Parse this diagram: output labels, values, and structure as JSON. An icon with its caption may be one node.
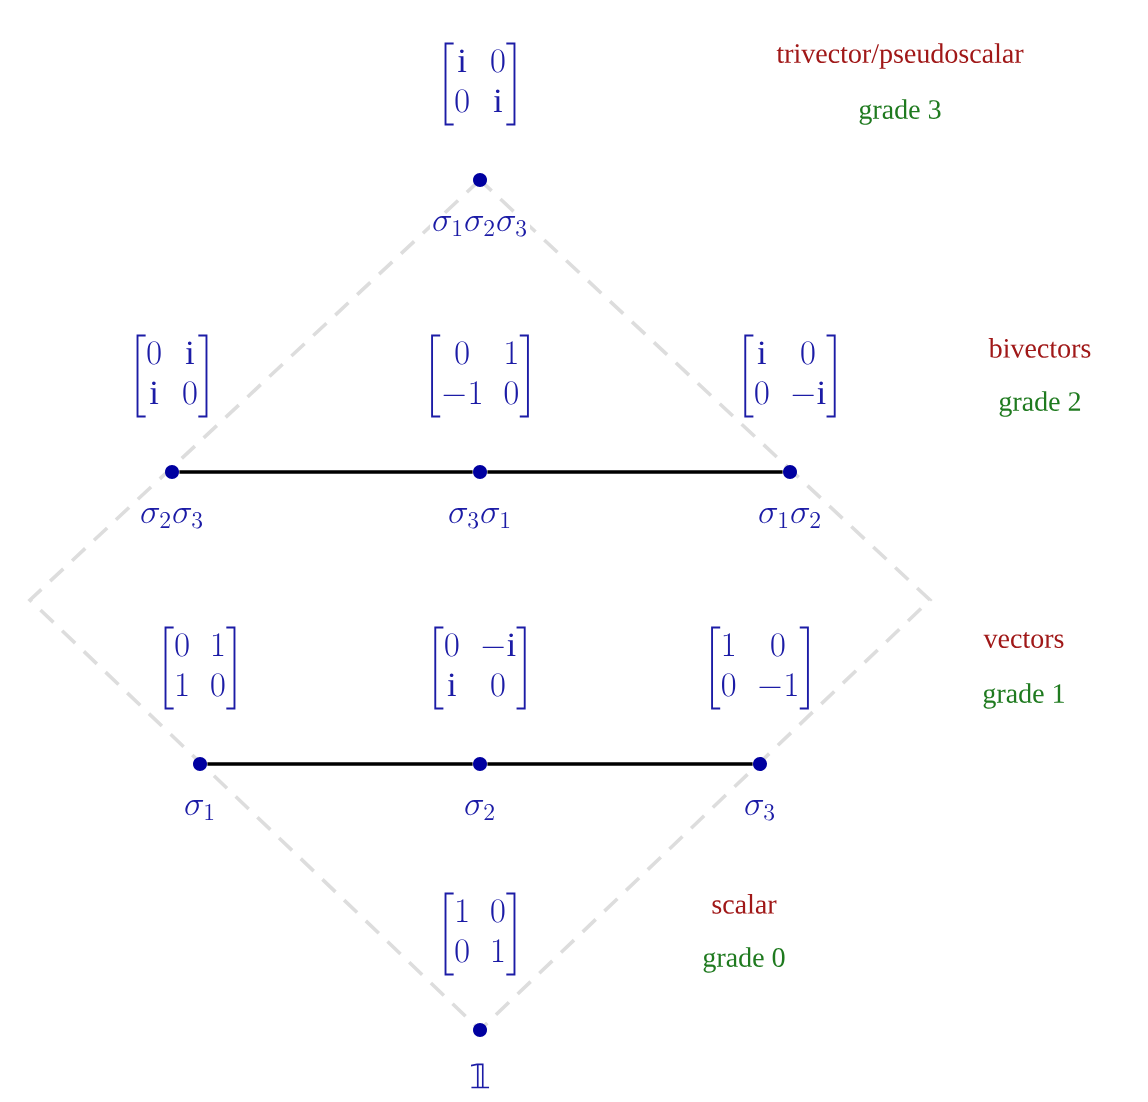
{
  "diagram": {
    "nodes": [
      {
        "text": [
          "\\begin{bmatrix}\\mathrm{i} & 0\\\\ 0 & \\mathrm{i}\\end{bmatrix}",
          "\\sigma_1\\sigma_2\\sigma_3"
        ]
      },
      {
        "text": [
          "\\begin{bmatrix}0 & \\mathrm{i}\\\\ \\mathrm{i} & 0\\end{bmatrix}",
          "\\sigma_2\\sigma_3"
        ]
      },
      {
        "text": [
          "\\begin{bmatrix}0 & 1\\\\ -1 & 0\\end{bmatrix}",
          "\\sigma_3\\sigma_1"
        ]
      },
      {
        "text": [
          "\\begin{bmatrix}\\mathrm{i} & 0\\\\ 0 & -\\mathrm{i}\\end{bmatrix}",
          "\\sigma_1\\sigma_2"
        ]
      },
      {
        "text": [
          "\\begin{bmatrix}0 & 1\\\\ 1 & 0\\end{bmatrix}",
          "\\sigma_1"
        ]
      },
      {
        "text": [
          "\\begin{bmatrix}0 & -\\mathrm{i}\\\\ \\mathrm{i} & 0\\end{bmatrix}",
          "\\sigma_2"
        ]
      },
      {
        "text": [
          "\\begin{bmatrix}1 & 0\\\\ 0 & -1\\end{bmatrix}",
          "\\sigma_3"
        ]
      },
      {
        "text": [
          "\\begin{bmatrix}1 & 0\\\\ 0 & 1\\end{bmatrix}",
          "𝟙"
        ]
      }
    ],
    "edges": [
      {
        "from": 1,
        "to": 2,
        "arrow": "none"
      },
      {
        "from": 2,
        "to": 3,
        "arrow": "none"
      },
      {
        "from": 4,
        "to": 5,
        "arrow": "none"
      },
      {
        "from": 5,
        "to": 6,
        "arrow": "none"
      }
    ],
    "labels": [
      "trivector/pseudoscalar",
      "grade 3",
      "bivectors",
      "grade 2",
      "vectors",
      "grade 1",
      "scalar",
      "grade 0"
    ]
  }
}
